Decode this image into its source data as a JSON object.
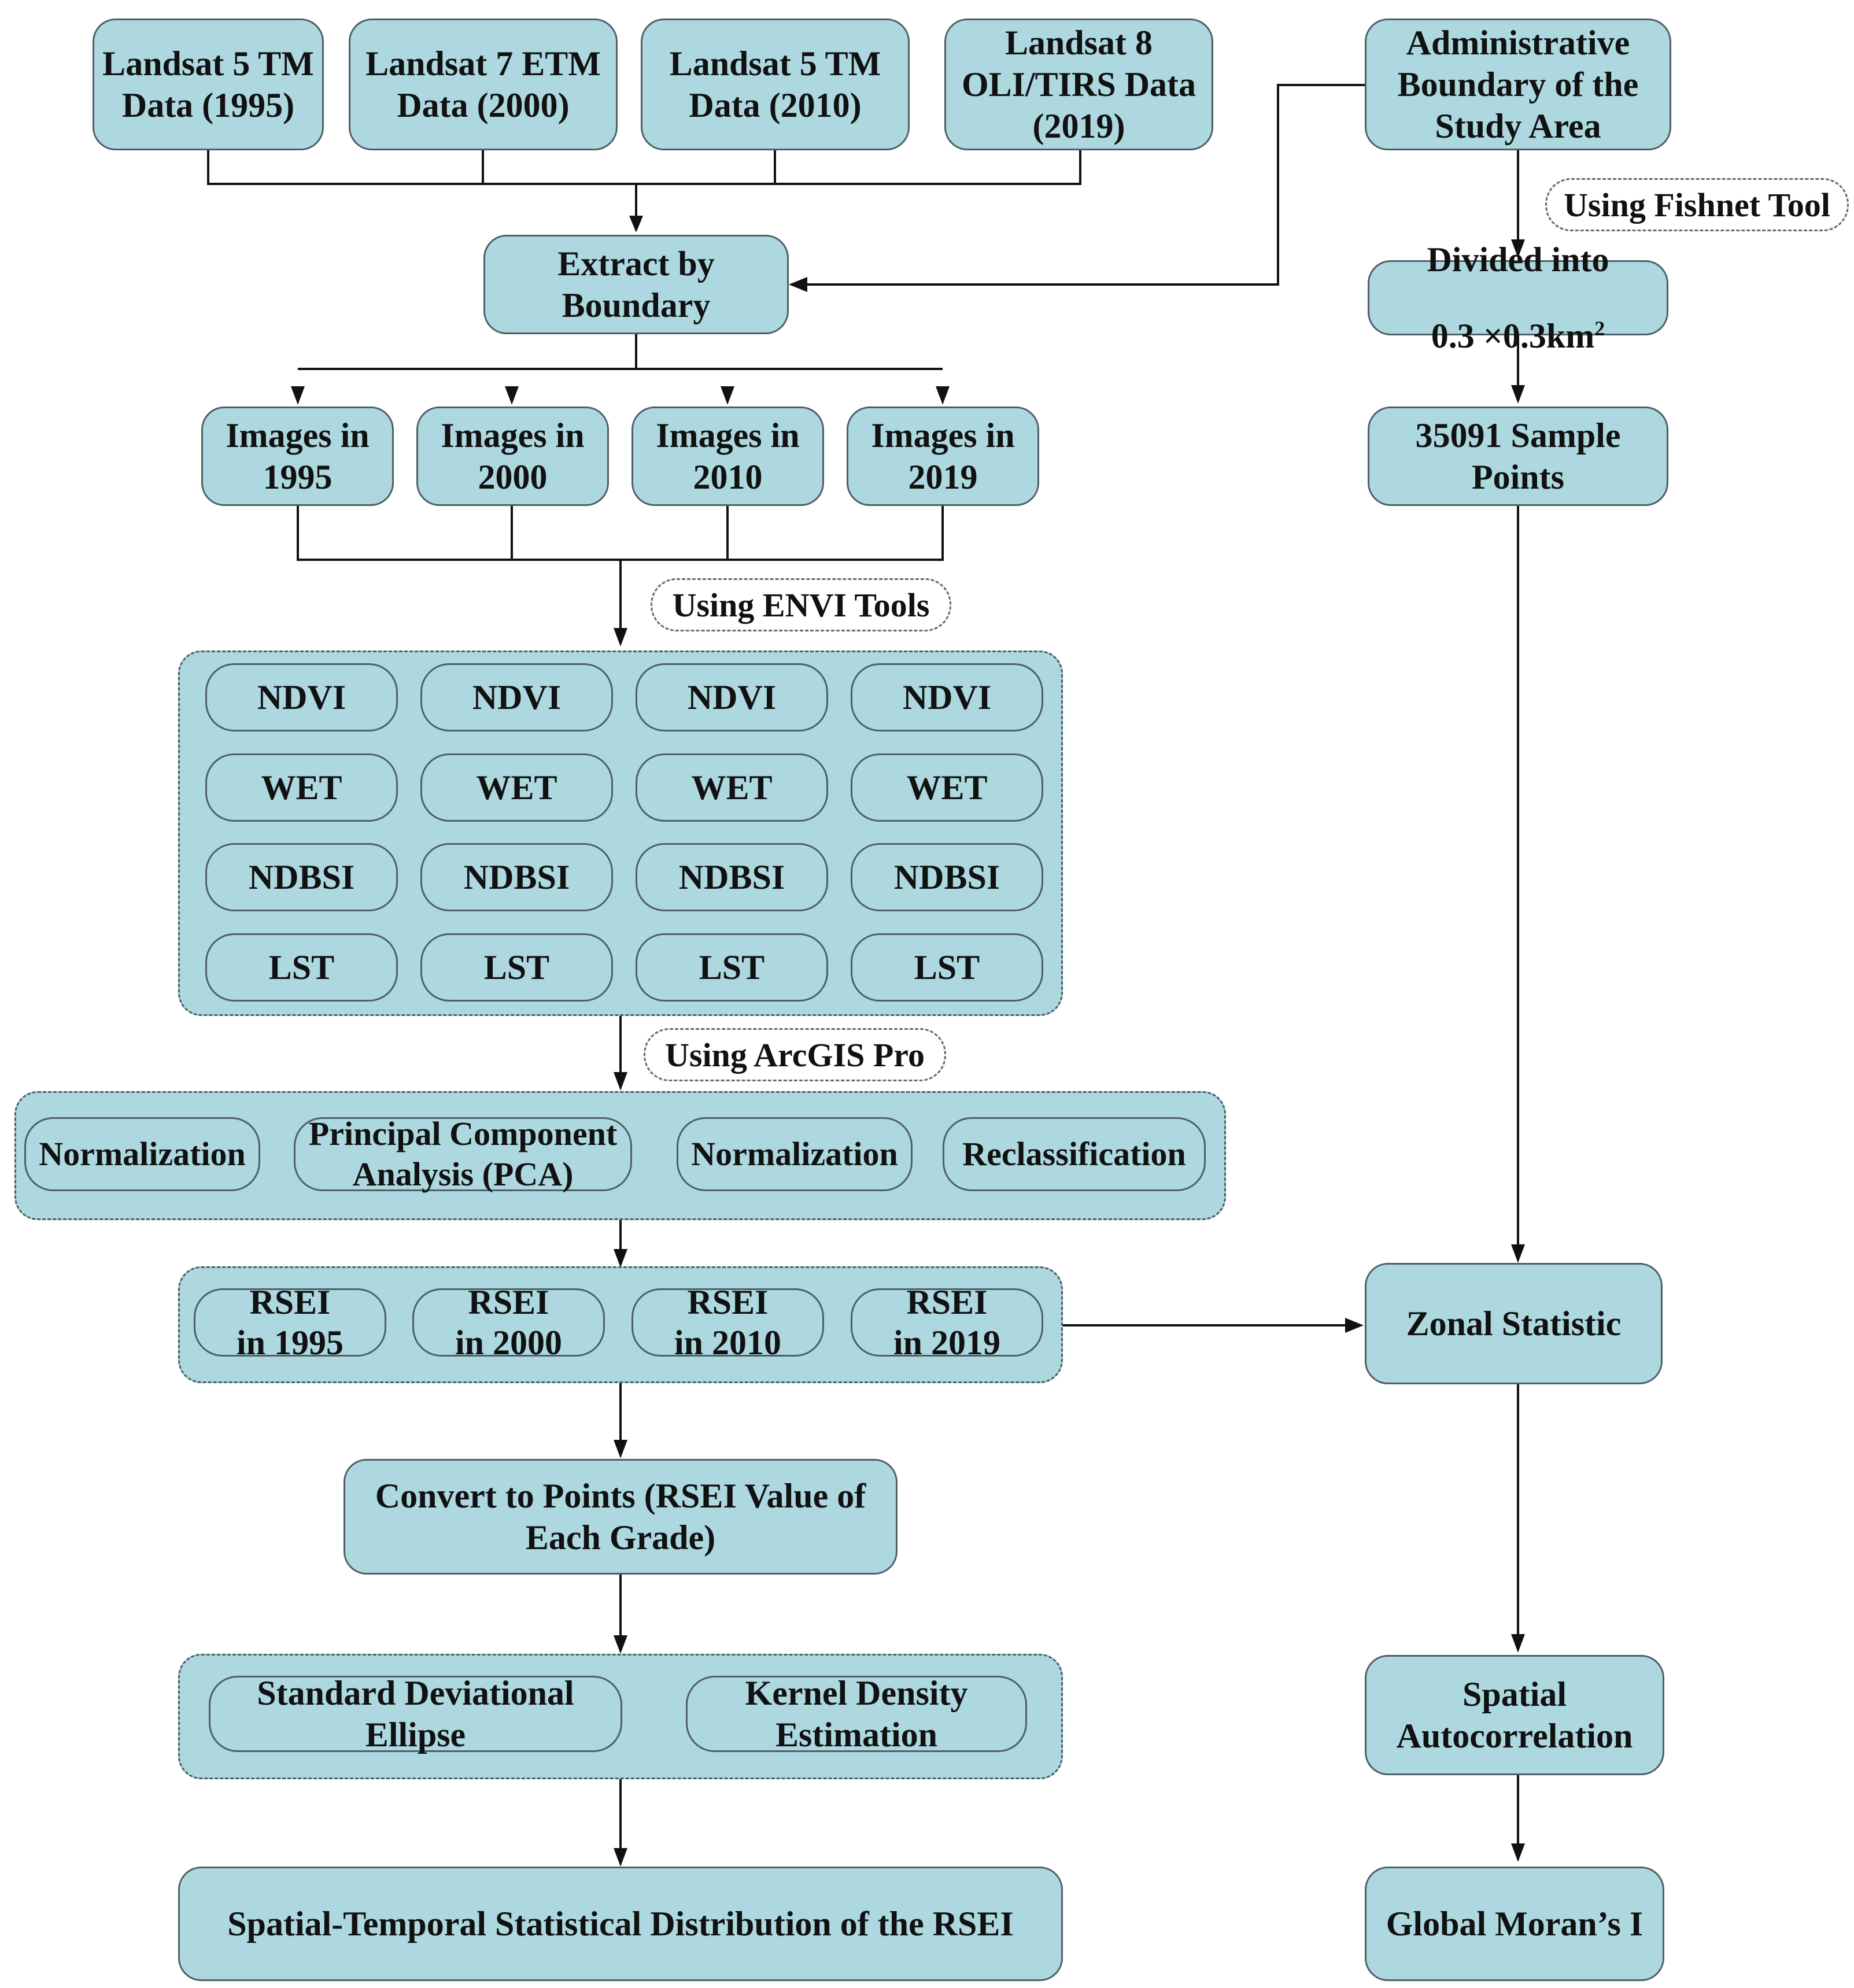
{
  "colors": {
    "box_fill": "#add8e0",
    "border": "#4f5f66",
    "line": "#111111",
    "note_fill": "#ffffff"
  },
  "sources": [
    "Landsat 5 TM\nData (1995)",
    "Landsat 7 ETM\nData (2000)",
    "Landsat 5 TM\nData (2010)",
    "Landsat 8\nOLI/TIRS Data\n(2019)"
  ],
  "admin_boundary": "Administrative\nBoundary of the\nStudy Area",
  "extract": "Extract by\nBoundary",
  "images": [
    "Images in\n1995",
    "Images in\n2000",
    "Images in\n2010",
    "Images in\n2019"
  ],
  "notes": {
    "fishnet": "Using Fishnet Tool",
    "envi": "Using ENVI Tools",
    "arcgis": "Using ArcGIS Pro"
  },
  "indices": {
    "ndvi": "NDVI",
    "wet": "WET",
    "ndbsi": "NDBSI",
    "lst": "LST"
  },
  "pipeline": [
    "Normalization",
    "Principal Component\nAnalysis (PCA)",
    "Normalization",
    "Reclassification"
  ],
  "rsei": [
    "RSEI\nin 1995",
    "RSEI\nin 2000",
    "RSEI\nin 2010",
    "RSEI\nin 2019"
  ],
  "convert": "Convert to Points (RSEI Value of\nEach Grade)",
  "analysis": [
    "Standard Deviational\nEllipse",
    "Kernel Density\nEstimation"
  ],
  "final": "Spatial-Temporal Statistical Distribution of the RSEI",
  "right": {
    "divided_prefix": "Divided into",
    "divided_value": "0.3 ×0.3km",
    "divided_exp": "2",
    "samples": "35091 Sample\nPoints",
    "zonal": "Zonal Statistic",
    "autocorr": "Spatial\nAutocorrelation",
    "moran": "Global Moran’s I"
  }
}
